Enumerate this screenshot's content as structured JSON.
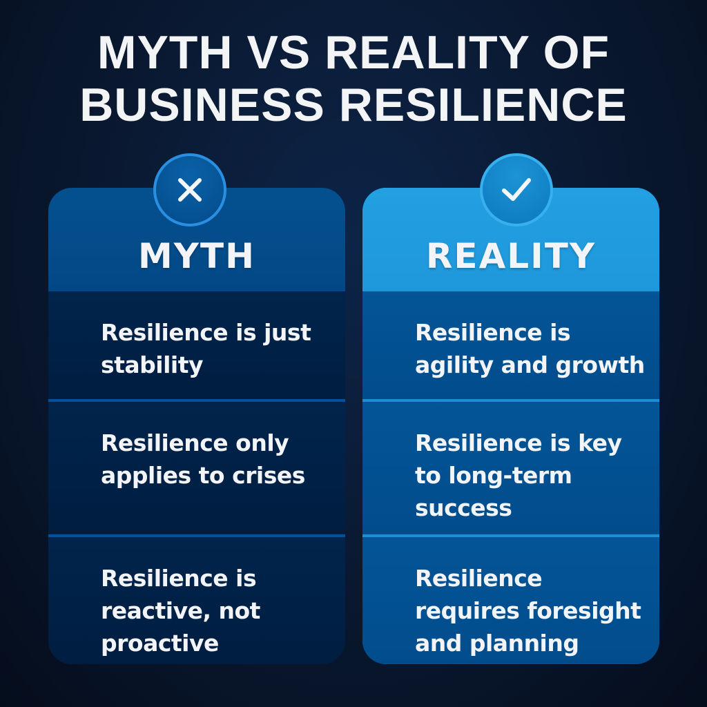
{
  "title": {
    "line1": "MYTH VS REALITY OF",
    "line2": "BUSINESS RESILIENCE"
  },
  "colors": {
    "background": "#0a1a33",
    "myth_header": "#04508f",
    "myth_body": "#01234a",
    "reality_header": "#23a0e2",
    "reality_body": "#02508f",
    "text": "#f2f4f7"
  },
  "myth": {
    "icon": "x-mark-icon",
    "label": "MYTH",
    "items": [
      {
        "text": "Resilience is just stability"
      },
      {
        "text": "Resilience only applies to crises"
      },
      {
        "text": "Resilience is reactive, not proactive"
      }
    ]
  },
  "reality": {
    "icon": "check-mark-icon",
    "label": "REALITY",
    "items": [
      {
        "text": "Resilience is agility and growth"
      },
      {
        "text": "Resilience is key to long-term success"
      },
      {
        "text": "Resilience requires foresight and planning"
      }
    ]
  }
}
